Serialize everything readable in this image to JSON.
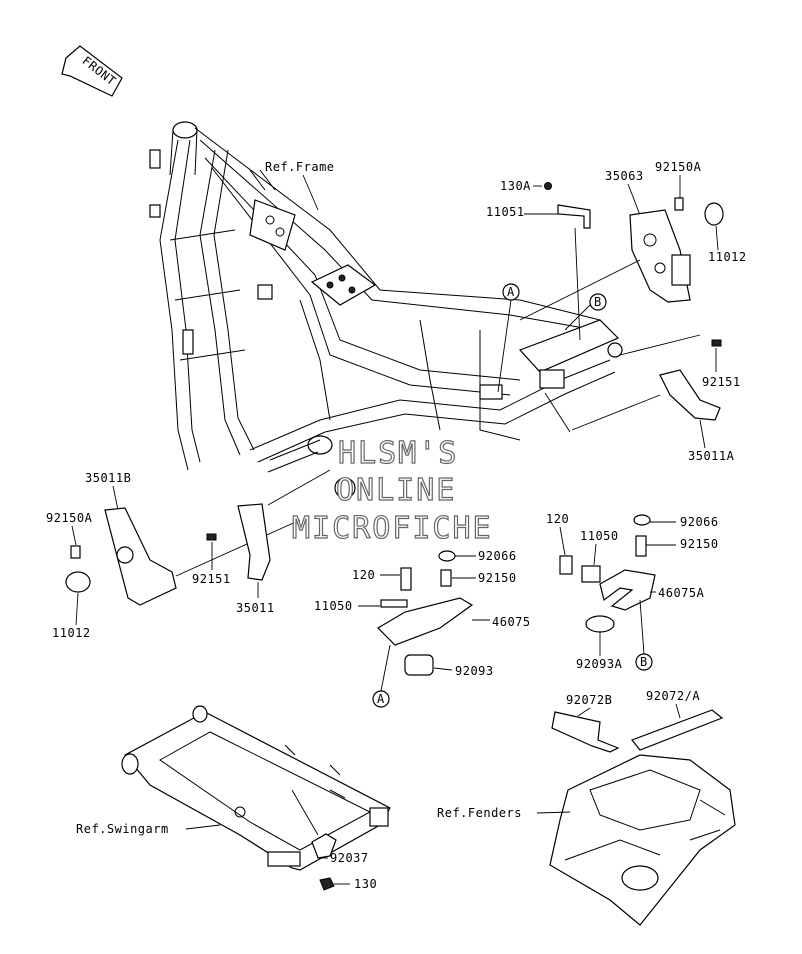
{
  "front_arrow": {
    "text": "FRONT"
  },
  "watermark": {
    "line1": "HLSM'S",
    "line2": "ONLINE",
    "line3": "MICROFICHE"
  },
  "refs": {
    "frame": "Ref.Frame",
    "swingarm": "Ref.Swingarm",
    "fenders": "Ref.Fenders"
  },
  "callouts": {
    "A_top": "A",
    "B_top": "B",
    "A_bottom": "A",
    "B_bottom": "B"
  },
  "labels": {
    "p130A": "130A",
    "p11051": "11051",
    "p35063": "35063",
    "p92150A_top": "92150A",
    "p11012_right": "11012",
    "p92151_right": "92151",
    "p35011A": "35011A",
    "p35011B": "35011B",
    "p92150A_left": "92150A",
    "p11012_left": "11012",
    "p92151_left": "92151",
    "p35011": "35011",
    "p92066_mid": "92066",
    "p120_mid": "120",
    "p92150_mid": "92150",
    "p11050_mid": "11050",
    "p46075": "46075",
    "p92093": "92093",
    "p120_right": "120",
    "p11050_right": "11050",
    "p92066_right": "92066",
    "p92150_right": "92150",
    "p46075A": "46075A",
    "p92093A": "92093A",
    "p92072B": "92072B",
    "p92072A": "92072/A",
    "p92037": "92037",
    "p130": "130"
  }
}
